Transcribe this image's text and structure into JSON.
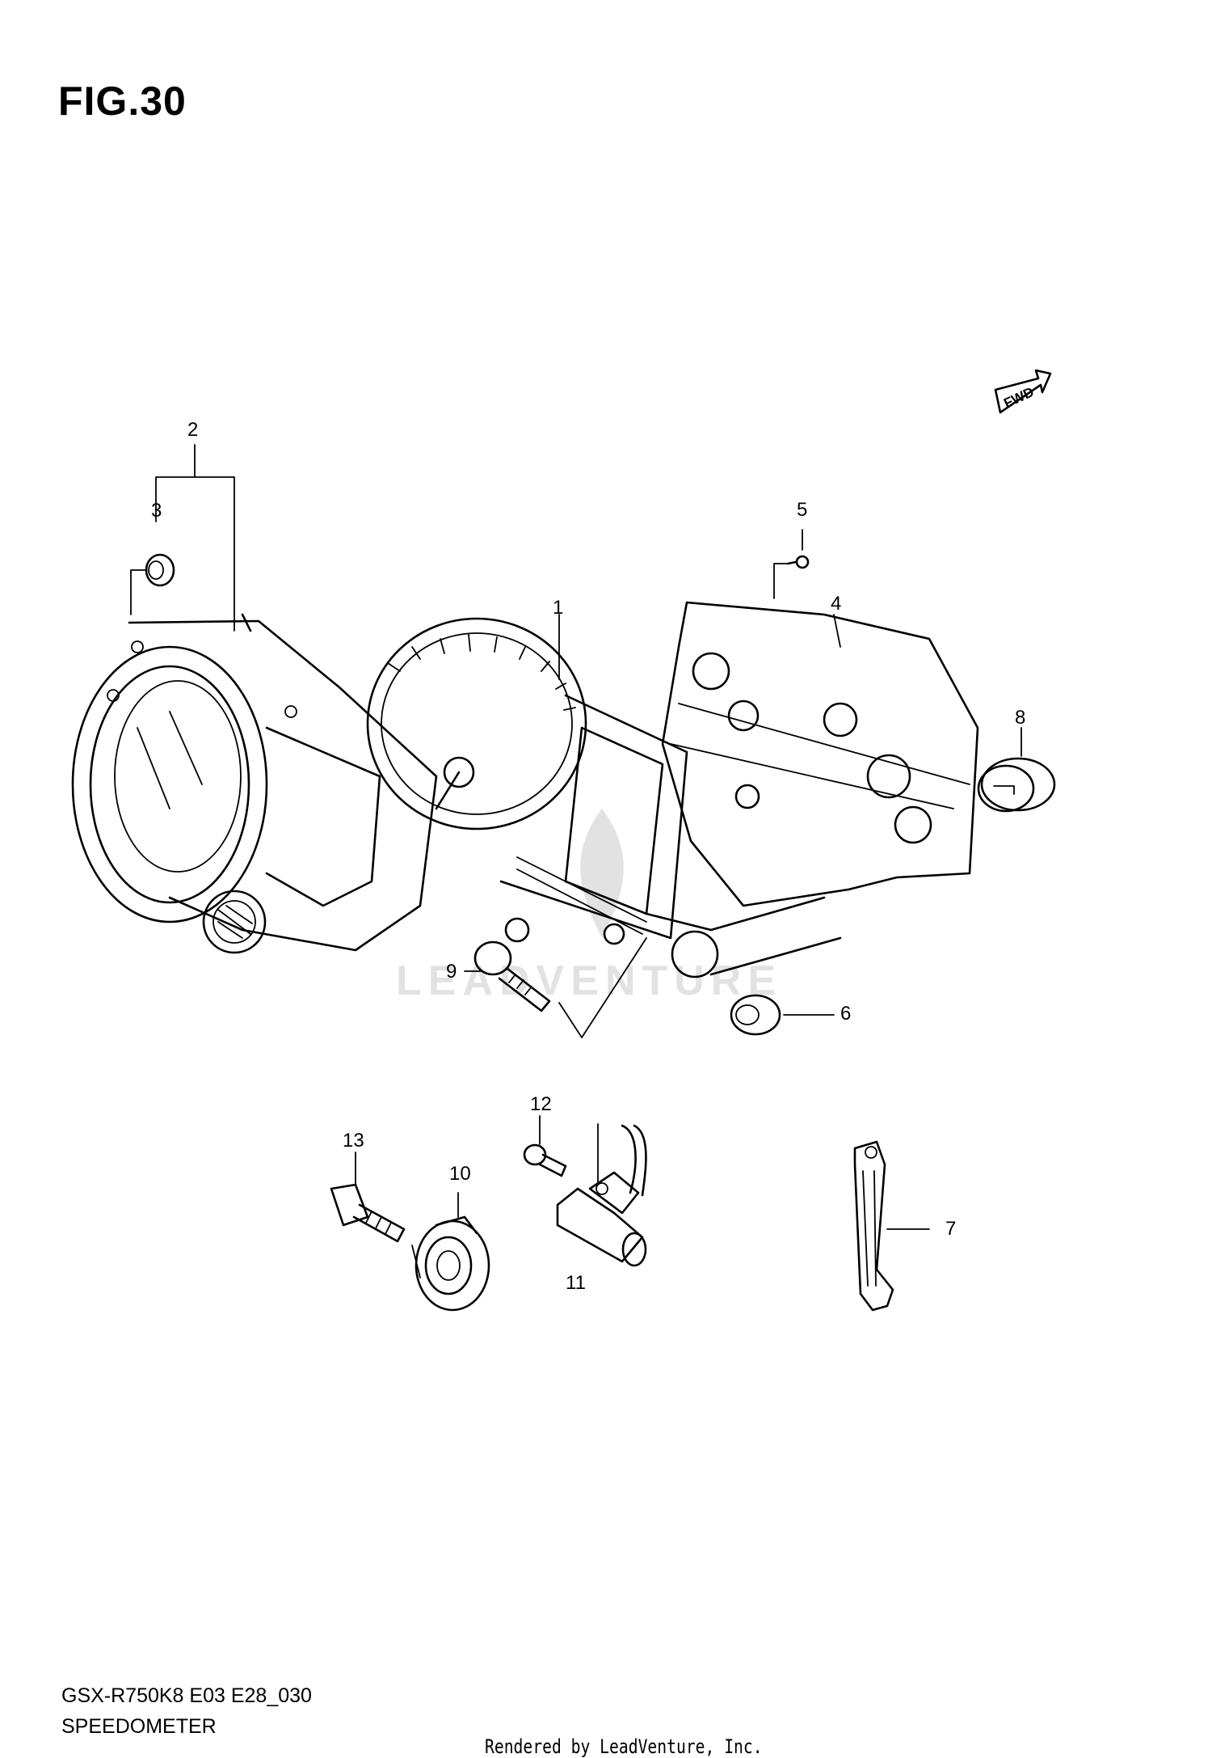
{
  "figure": {
    "title": "FIG.30",
    "model_code": "GSX-R750K8 E03 E28_030",
    "part_group": "SPEEDOMETER",
    "credit": "Rendered by LeadVenture, Inc.",
    "direction_tag": "FWD"
  },
  "callouts": [
    "1",
    "2",
    "3",
    "4",
    "5",
    "6",
    "7",
    "8",
    "9",
    "10",
    "11",
    "12",
    "13"
  ],
  "watermark": {
    "text": "LEADVENTURE"
  },
  "colors": {
    "ink": "#000000",
    "watermark": "#e2e2e2",
    "background": "#ffffff"
  }
}
